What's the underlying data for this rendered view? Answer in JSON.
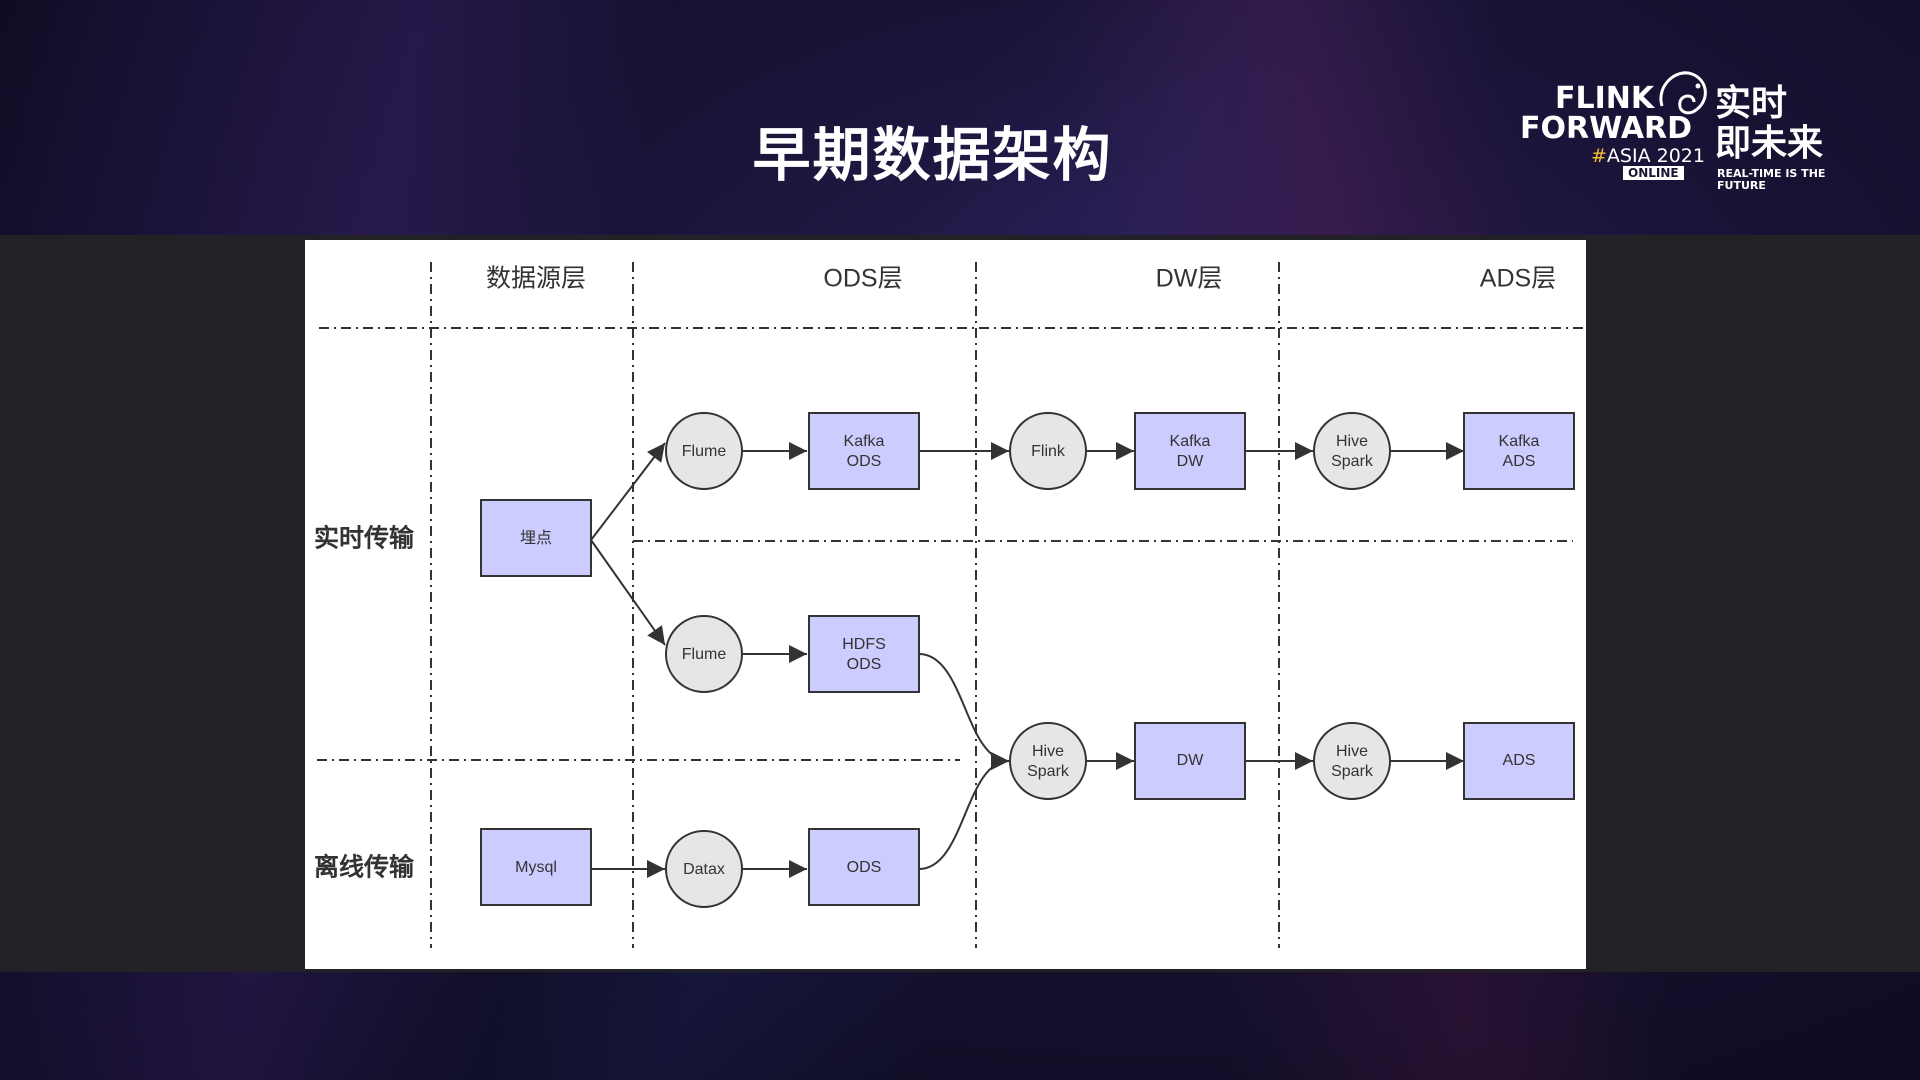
{
  "slide": {
    "title": "早期数据架构"
  },
  "logo": {
    "line1": "FLINK",
    "line2": "FORWARD",
    "hash": "#",
    "asia": "ASIA 2021",
    "online": "ONLINE",
    "cn_line1": "实时",
    "cn_line2": "即未来",
    "slogan": "REAL-TIME IS THE FUTURE"
  },
  "diagram": {
    "columns": [
      "数据源层",
      "ODS层",
      "DW层",
      "ADS层"
    ],
    "rows": [
      "实时传输",
      "离线传输"
    ],
    "nodes": {
      "maidian": "埋点",
      "mysql": "Mysql",
      "flume1": "Flume",
      "flume2": "Flume",
      "datax": "Datax",
      "kafka_ods": [
        "Kafka",
        "ODS"
      ],
      "hdfs_ods": [
        "HDFS",
        "ODS"
      ],
      "ods": "ODS",
      "flink": "Flink",
      "hive_spark_dw": [
        "Hive",
        "Spark"
      ],
      "kafka_dw": [
        "Kafka",
        "DW"
      ],
      "dw": "DW",
      "hive_spark_ads1": [
        "Hive",
        "Spark"
      ],
      "hive_spark_ads2": [
        "Hive",
        "Spark"
      ],
      "kafka_ads": [
        "Kafka",
        "ADS"
      ],
      "ads": "ADS"
    }
  },
  "colors": {
    "box_fill": "#ccccff",
    "circle_fill": "#e6e6e6",
    "stroke": "#333333"
  }
}
